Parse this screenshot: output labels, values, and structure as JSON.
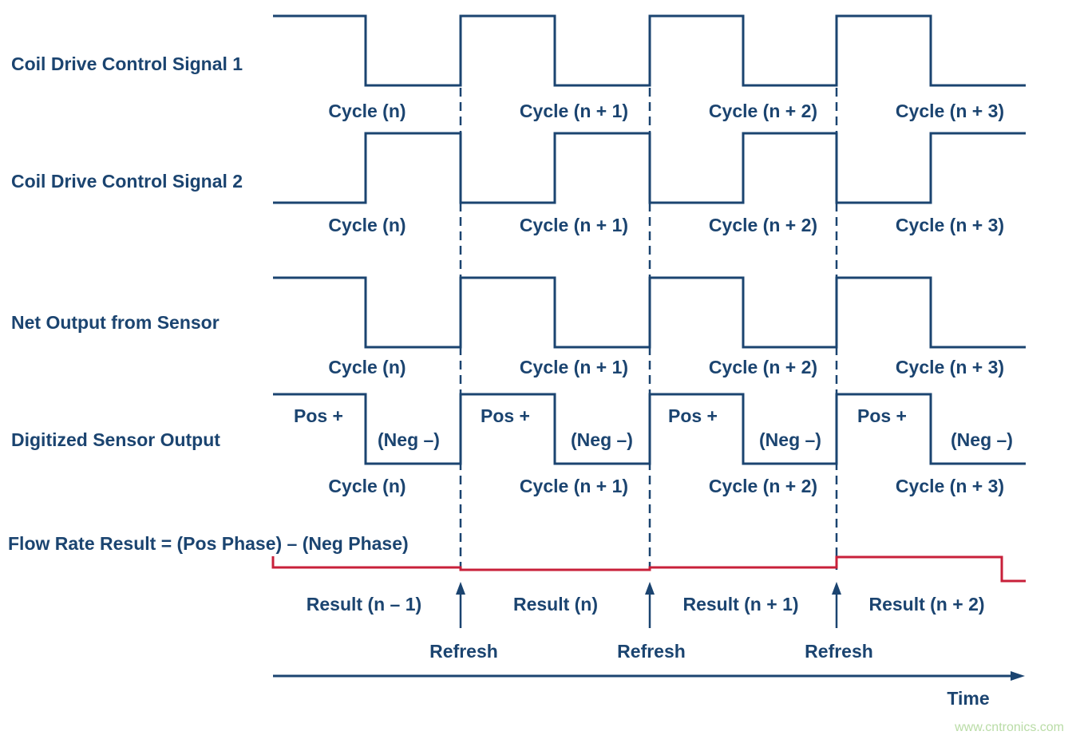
{
  "colors": {
    "signal": "#1b4470",
    "result": "#c8203a",
    "text": "#1b4470",
    "watermark": "#b9dca6"
  },
  "row_labels": {
    "coil1": "Coil Drive Control Signal 1",
    "coil2": "Coil Drive Control Signal 2",
    "net": "Net Output from Sensor",
    "digitized": "Digitized Sensor Output",
    "flow": "Flow Rate Result = (Pos Phase) – (Neg Phase)"
  },
  "cycles": [
    "Cycle (n)",
    "Cycle (n + 1)",
    "Cycle (n + 2)",
    "Cycle (n + 3)"
  ],
  "phase_labels": {
    "pos": "Pos +",
    "neg": "(Neg –)"
  },
  "results": [
    "Result (n – 1)",
    "Result (n)",
    "Result (n + 1)",
    "Result (n + 2)"
  ],
  "refresh_label": "Refresh",
  "time_label": "Time",
  "watermark": "www.cntronics.com"
}
